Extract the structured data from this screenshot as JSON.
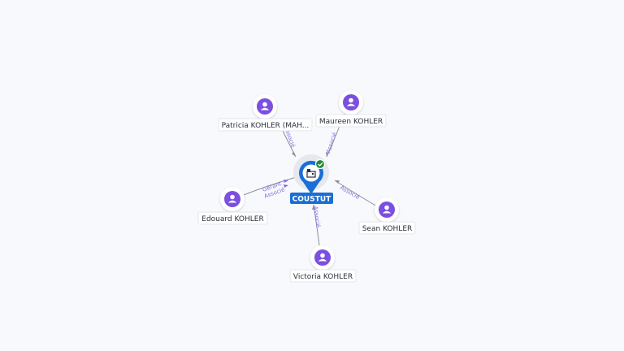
{
  "company": {
    "name": "COUSTUT",
    "icon": "building-icon",
    "status_icon": "check-icon",
    "color": "#1a6fd6",
    "status_color": "#1f8a3b"
  },
  "people": [
    {
      "id": "patricia",
      "name": "Patricia KOHLER (MAH...",
      "relations": [
        "Associé"
      ]
    },
    {
      "id": "maureen",
      "name": "Maureen KOHLER",
      "relations": [
        "Associé"
      ]
    },
    {
      "id": "edouard",
      "name": "Edouard KOHLER",
      "relations": [
        "Gérant",
        "Associé"
      ]
    },
    {
      "id": "sean",
      "name": "Sean KOHLER",
      "relations": [
        "Associé"
      ]
    },
    {
      "id": "victoria",
      "name": "Victoria KOHLER",
      "relations": [
        "Associé"
      ]
    }
  ],
  "colors": {
    "person_icon": "#7b4fe0",
    "relation_text": "#7c6fe0",
    "edge": "#8a8f99"
  }
}
